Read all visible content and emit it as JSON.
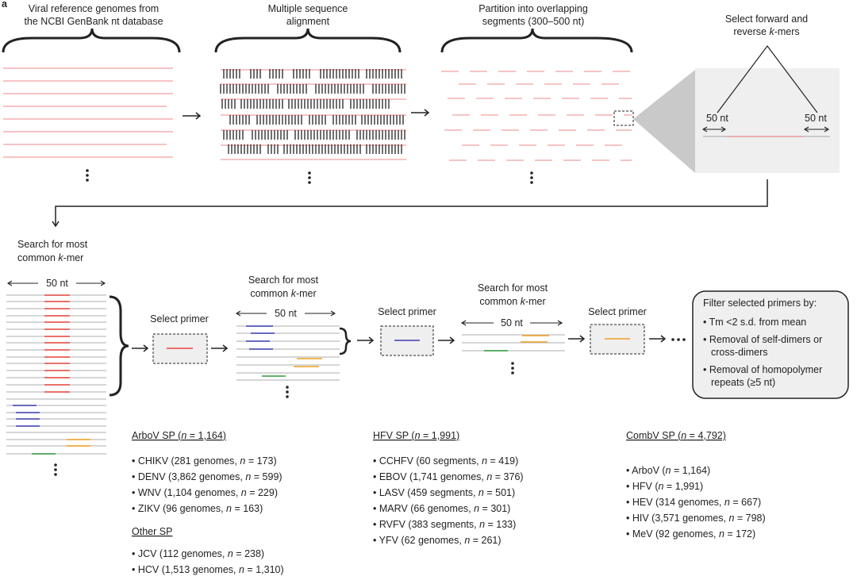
{
  "panel_label": "a",
  "steps": {
    "step1_title": [
      "Viral reference genomes from",
      "the NCBI GenBank nt database"
    ],
    "step2_title": [
      "Multiple sequence",
      "alignment"
    ],
    "step3_title": [
      "Partition into overlapping",
      "segments (300–500 nt)"
    ],
    "step4_title": [
      "Select forward and",
      "reverse k-mers"
    ],
    "kmer_left": "50 nt",
    "kmer_right": "50 nt"
  },
  "search": {
    "title1": [
      "Search for most",
      "common k-mer"
    ],
    "span1": "50 nt",
    "select1": "Select primer",
    "title2": [
      "Search for most",
      "common k-mer"
    ],
    "span2": "50 nt",
    "select2": "Select primer",
    "title3": [
      "Search for most",
      "common k-mer"
    ],
    "span3": "50 nt",
    "select3": "Select primer"
  },
  "filter": {
    "title": "Filter selected primers by:",
    "items": [
      [
        "Tm <2 s.d. from mean"
      ],
      [
        "Removal of self-dimers or",
        "cross-dimers"
      ],
      [
        "Removal of homopolymer",
        "repeats (≥5 nt)"
      ]
    ]
  },
  "panels": {
    "arbov": {
      "title": "ArboV SP (n = 1,164)",
      "items": [
        "CHIKV (281 genomes, n = 173)",
        "DENV (3,862 genomes, n = 599)",
        "WNV (1,104 genomes, n = 229)",
        "ZIKV (96 genomes, n = 163)"
      ]
    },
    "other": {
      "title": "Other SP",
      "items": [
        "JCV (112 genomes, n = 238)",
        "HCV (1,513 genomes, n = 1,310)"
      ]
    },
    "hfv": {
      "title": "HFV SP (n = 1,991)",
      "items": [
        "CCHFV (60 segments, n = 419)",
        "EBOV (1,741 genomes, n = 376)",
        "LASV (459 segments, n = 501)",
        "MARV (66 genomes, n = 301)",
        "RVFV (383 segments, n = 133)",
        "YFV (62 genomes, n = 261)"
      ]
    },
    "combv": {
      "title": "CombV SP (n = 4,792)",
      "items": [
        "ArboV (n = 1,164)",
        "HFV (n = 1,991)",
        "HEV (314 genomes, n = 667)",
        "HIV (3,571 genomes, n = 798)",
        "MeV (92 genomes, n = 172)"
      ]
    }
  },
  "colors": {
    "red": "#e8473f",
    "pink": "#f2a0a0",
    "blue": "#3b3fb0",
    "orange": "#f0a020",
    "green": "#2f9a3a",
    "grey": "#bdbdbd",
    "panel": "#efefef"
  }
}
